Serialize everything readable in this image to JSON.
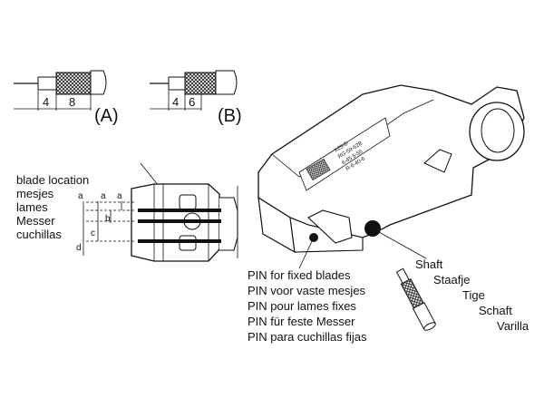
{
  "cable_diagrams": [
    {
      "id": "A",
      "label": "(A)",
      "dim1": "4",
      "dim2": "8"
    },
    {
      "id": "B",
      "label": "(B)",
      "dim1": "4",
      "dim2": "6"
    }
  ],
  "blade_location_labels": [
    "blade location",
    "mesjes",
    "lames",
    "Messer",
    "cuchillas"
  ],
  "dimension_letters": {
    "a": "a",
    "b": "b",
    "c": "c",
    "d": "d"
  },
  "tool_label_text": [
    "X25-6-",
    "RG-59-62B",
    "6-45 5-55",
    "R-6-40-6"
  ],
  "pin_labels": [
    "PIN for fixed blades",
    "PIN voor vaste mesjes",
    "PIN pour lames fixes",
    "PIN für feste Messer",
    "PIN para cuchillas fijas"
  ],
  "shaft_labels": [
    "Shaft",
    "Staafje",
    "Tige",
    "Schaft",
    "Varilla"
  ]
}
